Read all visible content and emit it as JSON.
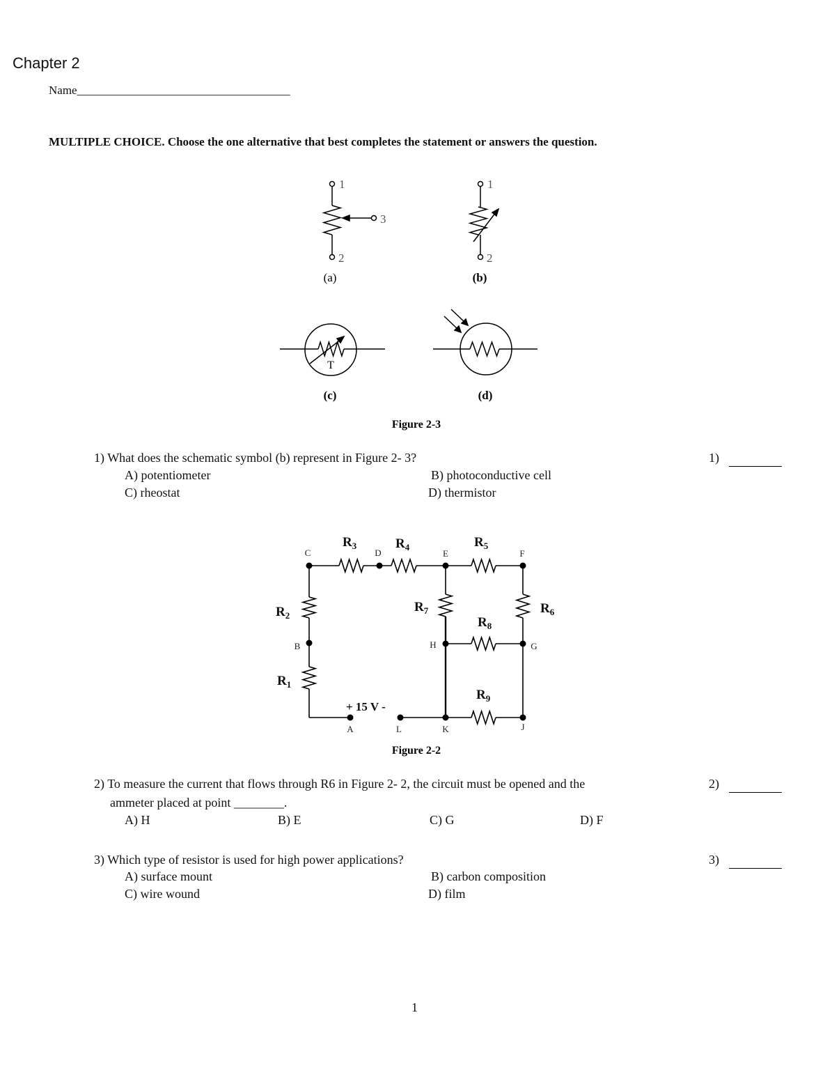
{
  "header": {
    "chapter": "Chapter 2",
    "name_label": "Name",
    "name_blank": "____________________________________"
  },
  "instructions": "MULTIPLE CHOICE.  Choose the one alternative that best completes the statement or answers the question.",
  "figure_2_3": {
    "caption": "Figure 2-3",
    "symbols": [
      {
        "label": "(a)",
        "terminals": [
          "1",
          "2",
          "3"
        ]
      },
      {
        "label": "(b)",
        "terminals": [
          "1",
          "2"
        ]
      },
      {
        "label": "(c)",
        "inner": "T"
      },
      {
        "label": "(d)"
      }
    ]
  },
  "figure_2_2": {
    "caption": "Figure 2-2",
    "source": "+ 15 V -",
    "nodes": [
      "A",
      "B",
      "C",
      "D",
      "E",
      "F",
      "G",
      "H",
      "J",
      "K",
      "L"
    ],
    "resistors": [
      "R1",
      "R2",
      "R3",
      "R4",
      "R5",
      "R6",
      "R7",
      "R8",
      "R9"
    ]
  },
  "questions": [
    {
      "number": "1)",
      "text": "What does the schematic symbol (b) represent in Figure 2- 3?",
      "options": [
        "A) potentiometer",
        "B) photoconductive cell",
        "C) rheostat",
        "D) thermistor"
      ],
      "answer_number": "1)"
    },
    {
      "number": "2)",
      "text_line1": "To measure the current that flows through R6 in Figure 2- 2, the circuit must be opened and the",
      "text_line2": "ammeter placed at point ________.",
      "options": [
        "A) H",
        "B) E",
        "C) G",
        "D) F"
      ],
      "answer_number": "2)"
    },
    {
      "number": "3)",
      "text": "Which type of resistor is used for high power applications?",
      "options": [
        "A) surface mount",
        "B) carbon composition",
        "C) wire wound",
        "D) film"
      ],
      "answer_number": "3)"
    }
  ],
  "footer": {
    "page_number": "1"
  }
}
